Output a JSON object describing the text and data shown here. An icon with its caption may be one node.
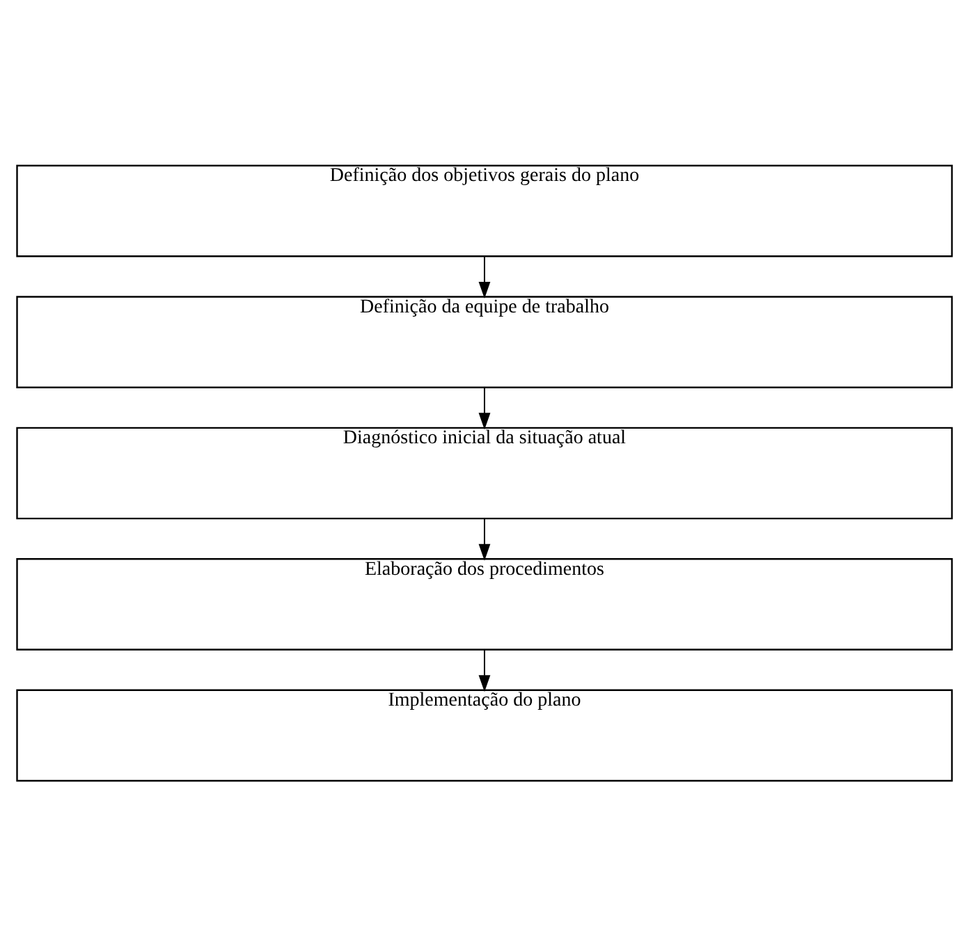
{
  "diagram": {
    "nodes": [
      {
        "text": [
          "Definição dos objetivos gerais do plano"
        ]
      },
      {
        "text": [
          "Definição da equipe de trabalho"
        ]
      },
      {
        "text": [
          "Diagnóstico inicial da situação atual"
        ]
      },
      {
        "text": [
          "Elaboração dos procedimentos"
        ]
      },
      {
        "text": [
          "Implementação do plano"
        ]
      }
    ],
    "edges": [
      {
        "from": 0,
        "to": 1,
        "arrow": "to"
      },
      {
        "from": 1,
        "to": 2,
        "arrow": "to"
      },
      {
        "from": 2,
        "to": 3,
        "arrow": "to"
      },
      {
        "from": 3,
        "to": 4,
        "arrow": "to"
      }
    ]
  }
}
